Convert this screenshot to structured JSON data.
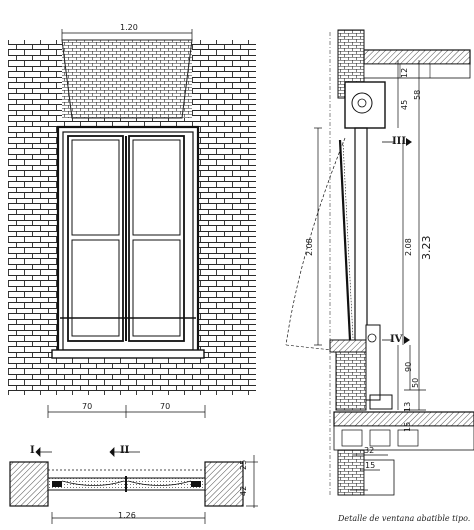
{
  "elevation": {
    "dim_top_width": "1.20",
    "dim_bottom_left": "70",
    "dim_bottom_right": "70"
  },
  "plan": {
    "marker_left": "I",
    "marker_right": "II",
    "dim_width": "1.26",
    "dim_side_a": "25",
    "dim_side_b": "42"
  },
  "section": {
    "marker_top": "III",
    "marker_bottom": "IV",
    "dim_top_small": "12",
    "dim_45": "45",
    "dim_58": "58",
    "dim_208_left": "2.08",
    "dim_208_right": "2.08",
    "dim_323": "3.23",
    "dim_90": "90",
    "dim_50": "50",
    "dim_13": "13",
    "dim_15": "15",
    "dim_32": "32",
    "dim_15b": "15"
  },
  "caption": "Detalle de ventana abatible tipo."
}
